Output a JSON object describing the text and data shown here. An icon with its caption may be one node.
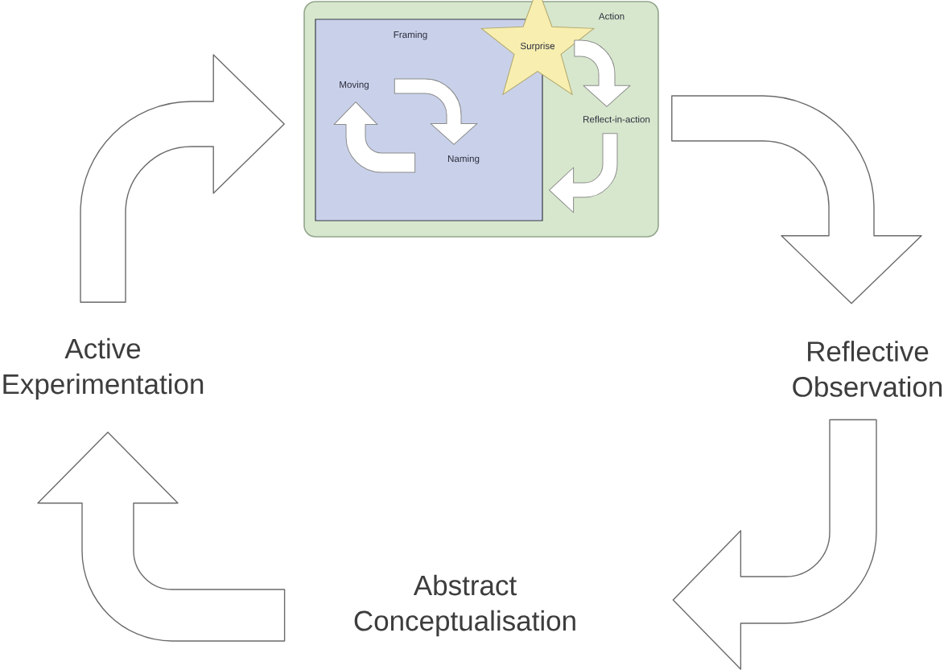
{
  "diagram": {
    "nodes": [
      {
        "text": [
          "Action"
        ]
      },
      {
        "text": [
          "Framing"
        ],
        "in": 0
      },
      {
        "text": [
          "Moving"
        ],
        "in": 1
      },
      {
        "text": [
          "Naming"
        ],
        "in": 1
      },
      {
        "text": [
          "Surprise"
        ],
        "in": 0
      },
      {
        "text": [
          "Reflect-in-action"
        ],
        "in": 0
      },
      {
        "text": [
          "Active Experimentation"
        ]
      },
      {
        "text": [
          "Reflective Observation"
        ]
      },
      {
        "text": [
          "Abstract Conceptualisation"
        ]
      }
    ],
    "edges": [
      {
        "from": 6,
        "to": 0,
        "arrow": "to"
      },
      {
        "from": 0,
        "to": 7,
        "arrow": "to"
      },
      {
        "from": 7,
        "to": 8,
        "arrow": "to"
      },
      {
        "from": 8,
        "to": 6,
        "arrow": "to"
      },
      {
        "from": 2,
        "to": 3,
        "arrow": "to"
      },
      {
        "from": 3,
        "to": 2,
        "arrow": "to"
      },
      {
        "from": 4,
        "to": 5,
        "arrow": "to"
      },
      {
        "from": 5,
        "to": 1,
        "arrow": "to"
      }
    ]
  }
}
